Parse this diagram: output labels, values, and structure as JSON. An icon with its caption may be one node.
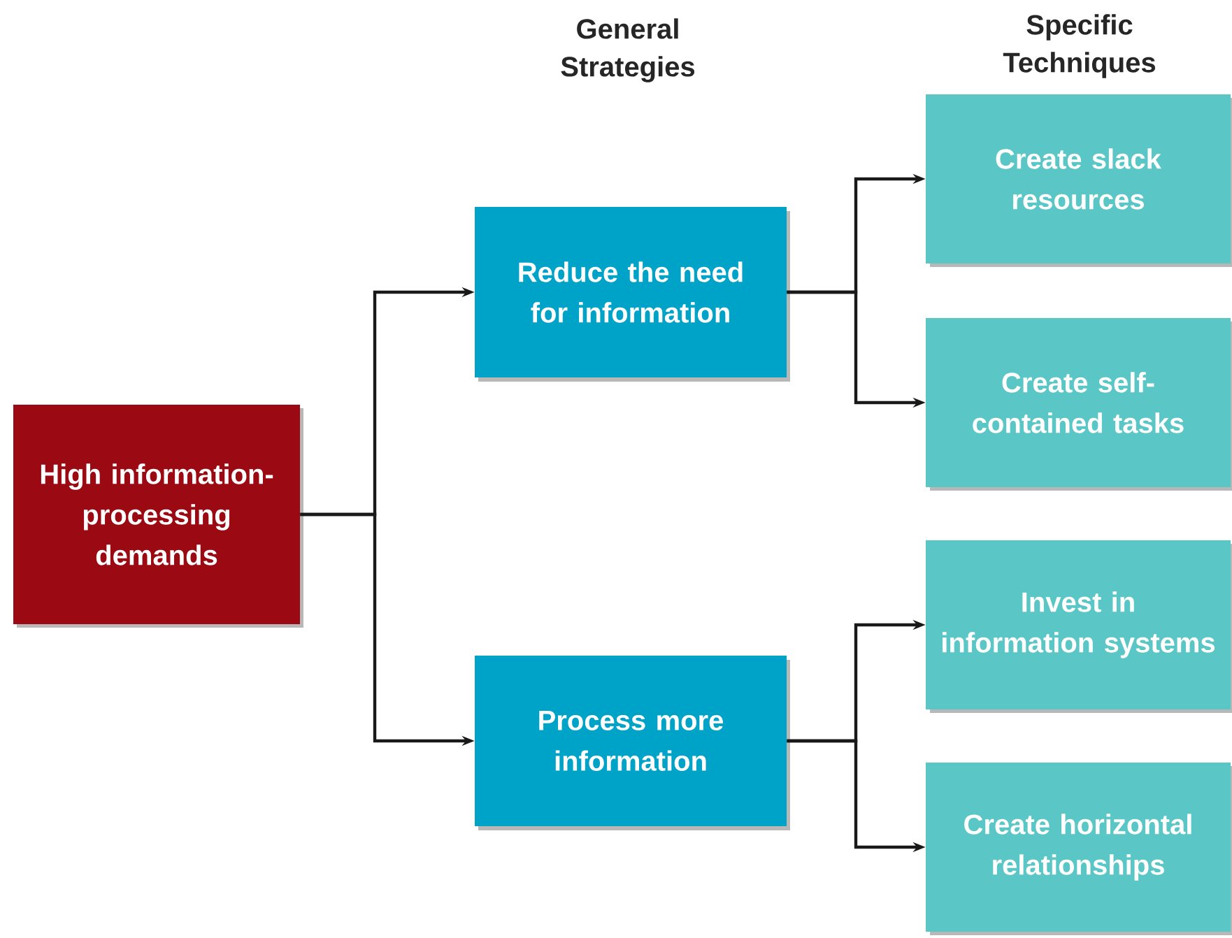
{
  "diagram": {
    "nodes": [
      {
        "text": [
          "High information-processing demands"
        ]
      },
      {
        "text": [
          "Reduce the need for information"
        ]
      },
      {
        "text": [
          "Process more information"
        ]
      },
      {
        "text": [
          "Create slack resources"
        ]
      },
      {
        "text": [
          "Create self-contained tasks"
        ]
      },
      {
        "text": [
          "Invest in information systems"
        ]
      },
      {
        "text": [
          "Create horizontal relationships"
        ]
      }
    ],
    "edges": [
      {
        "from": 0,
        "to": 1,
        "arrow": "to"
      },
      {
        "from": 0,
        "to": 2,
        "arrow": "to"
      },
      {
        "from": 1,
        "to": 3,
        "arrow": "to"
      },
      {
        "from": 1,
        "to": 4,
        "arrow": "to"
      },
      {
        "from": 2,
        "to": 5,
        "arrow": "to"
      },
      {
        "from": 2,
        "to": 6,
        "arrow": "to"
      }
    ],
    "labels": [
      "General Strategies",
      "Specific Techniques"
    ]
  }
}
